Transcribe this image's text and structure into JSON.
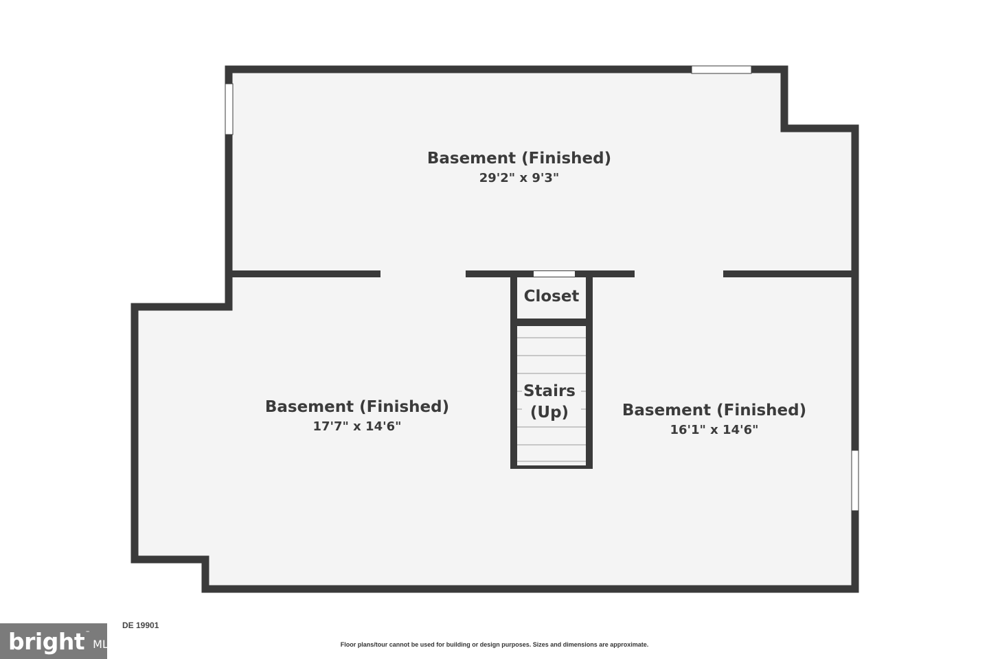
{
  "colors": {
    "wall": "#3a3a3a",
    "floor": "#f4f4f4",
    "window": "#ffffff",
    "text": "#3b3b3b",
    "logo_bg": "#7b7b7b"
  },
  "rooms": {
    "basement_top": {
      "name": "Basement (Finished)",
      "dimensions": "29'2\" x 9'3\""
    },
    "basement_left": {
      "name": "Basement (Finished)",
      "dimensions": "17'7\" x 14'6\""
    },
    "basement_right": {
      "name": "Basement (Finished)",
      "dimensions": "16'1\" x 14'6\""
    },
    "closet": {
      "name": "Closet"
    },
    "stairs": {
      "name_line1": "Stairs",
      "name_line2": "(Up)"
    }
  },
  "footer": {
    "address": "DE 19901",
    "disclaimer": "Floor plans/tour cannot be used for building or design purposes. Sizes and dimensions are approximate."
  },
  "logo": {
    "brand": "bright",
    "trademark": "™",
    "suffix": "MLS"
  }
}
